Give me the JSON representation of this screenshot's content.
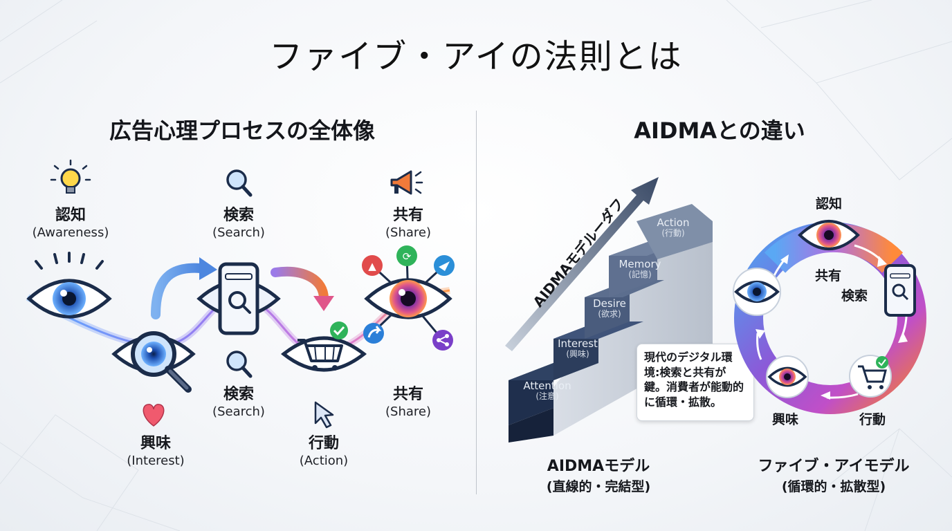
{
  "title": "ファイブ・アイの法則とは",
  "left": {
    "heading": "広告心理プロセスの全体像",
    "labels": {
      "awareness": {
        "jp": "認知",
        "en": "(Awareness)"
      },
      "search_top": {
        "jp": "検索",
        "en": "(Search)"
      },
      "share_top": {
        "jp": "共有",
        "en": "(Share)"
      },
      "interest": {
        "jp": "興味",
        "en": "(Interest)"
      },
      "search_bottom": {
        "jp": "検索",
        "en": "(Search)"
      },
      "action": {
        "jp": "行動",
        "en": "(Action)"
      },
      "share_bottom": {
        "jp": "共有",
        "en": "(Share)"
      }
    },
    "icons": [
      "lightbulb-icon",
      "magnifier-icon",
      "megaphone-icon",
      "eye-icon",
      "phone-icon",
      "cart-icon",
      "heart-icon",
      "cursor-icon",
      "like-icon",
      "retweet-icon",
      "send-icon",
      "share-icon"
    ]
  },
  "right": {
    "heading": "AIDMAとの違い",
    "arrow_label": "AIDMAモデルーダフ",
    "steps": [
      {
        "en": "Attention",
        "jp": "(注意)"
      },
      {
        "en": "Interest",
        "jp": "(興味)"
      },
      {
        "en": "Desire",
        "jp": "(欲求)"
      },
      {
        "en": "Memory",
        "jp": "(記憶)"
      },
      {
        "en": "Action",
        "jp": "(行動)"
      }
    ],
    "callout": "現代のデジタル環境:検索と共有が鍵。消費者が能動的に循環・拡散。",
    "cycle": {
      "awareness": "認知",
      "share": "共有",
      "search": "検索",
      "interest": "興味",
      "action": "行動"
    },
    "aidma_model": {
      "name": "AIDMAモデル",
      "desc": "(直線的・完結型)"
    },
    "five_eye_model": {
      "name": "ファイブ・アイモデル",
      "desc": "(循環的・拡散型)"
    }
  },
  "colors": {
    "eye_blue": "#2f6fd0",
    "eye_purple": "#8a4fd8",
    "eye_orange": "#f07a3a",
    "stair_dark": "#1f2f4d",
    "stair_light": "#6f8099"
  }
}
